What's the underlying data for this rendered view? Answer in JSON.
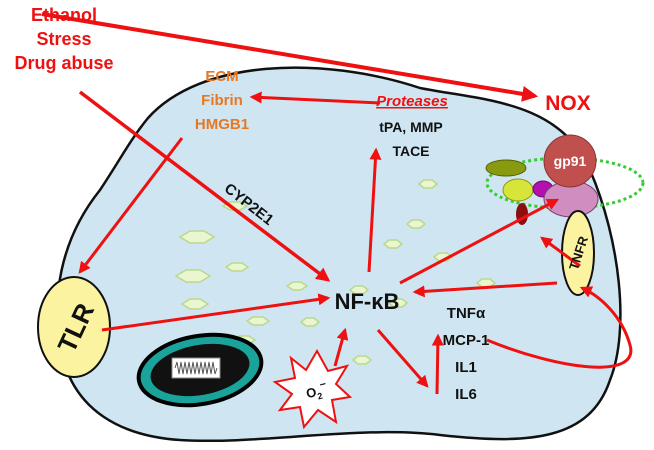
{
  "stimuli": [
    "Ethanol",
    "Stress",
    "Drug abuse"
  ],
  "nox": "NOX",
  "ecm_products": [
    "ECM",
    "Fibrin",
    "HMGB1"
  ],
  "proteases": {
    "title": "Proteases",
    "line1": "tPA, MMP",
    "line2": "TACE"
  },
  "gp91": "gp91",
  "cyp2e1": "CYP2E1",
  "tnfr": "TNFR",
  "tlr": "TLR",
  "nfkb": "NF-κB",
  "cytokines": [
    "TNFα",
    "MCP-1",
    "IL1",
    "IL6"
  ],
  "o2": {
    "base": "O",
    "sub": "2",
    "sup": "−"
  },
  "colors": {
    "arrow": "#ee1111",
    "stimulus_text": "#ee1111",
    "ecm_text": "#e87722",
    "cell_fill": "#cfe6f2",
    "receptor_fill": "#fbf3a0",
    "gp91_fill": "#c0504d",
    "membrane_ring": "#33cc33"
  }
}
